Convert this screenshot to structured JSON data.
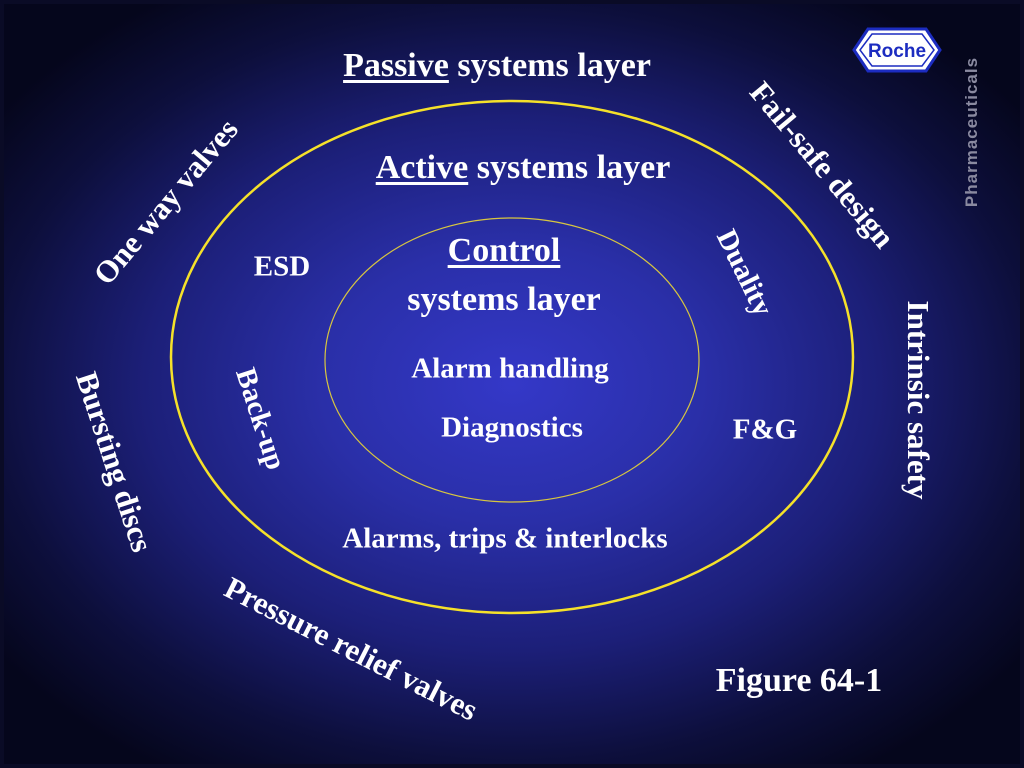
{
  "layers": {
    "passive": {
      "keyword": "Passive",
      "rest": " systems layer"
    },
    "active": {
      "keyword": "Active",
      "rest": " systems layer"
    },
    "control": {
      "keyword": "Control",
      "line2": "systems layer"
    }
  },
  "control_items": [
    "Alarm handling",
    "Diagnostics"
  ],
  "active_items": {
    "esd": "ESD",
    "backup": "Back-up",
    "duality": "Duality",
    "fg": "F&G",
    "alarms": "Alarms, trips & interlocks"
  },
  "passive_items": {
    "one_way_valves": "One way valves",
    "bursting_discs": "Bursting discs",
    "pressure_relief_valves": "Pressure relief valves",
    "fail_safe_design": "Fail-safe design",
    "intrinsic_safety": "Intrinsic safety"
  },
  "figure_label": "Figure 64-1",
  "brand": {
    "logo_text": "Roche",
    "division": "Pharmaceuticals"
  },
  "colors": {
    "outer_ellipse": "#f5e12a",
    "inner_ellipse": "#d8c640",
    "background_center": "#3438c8"
  }
}
